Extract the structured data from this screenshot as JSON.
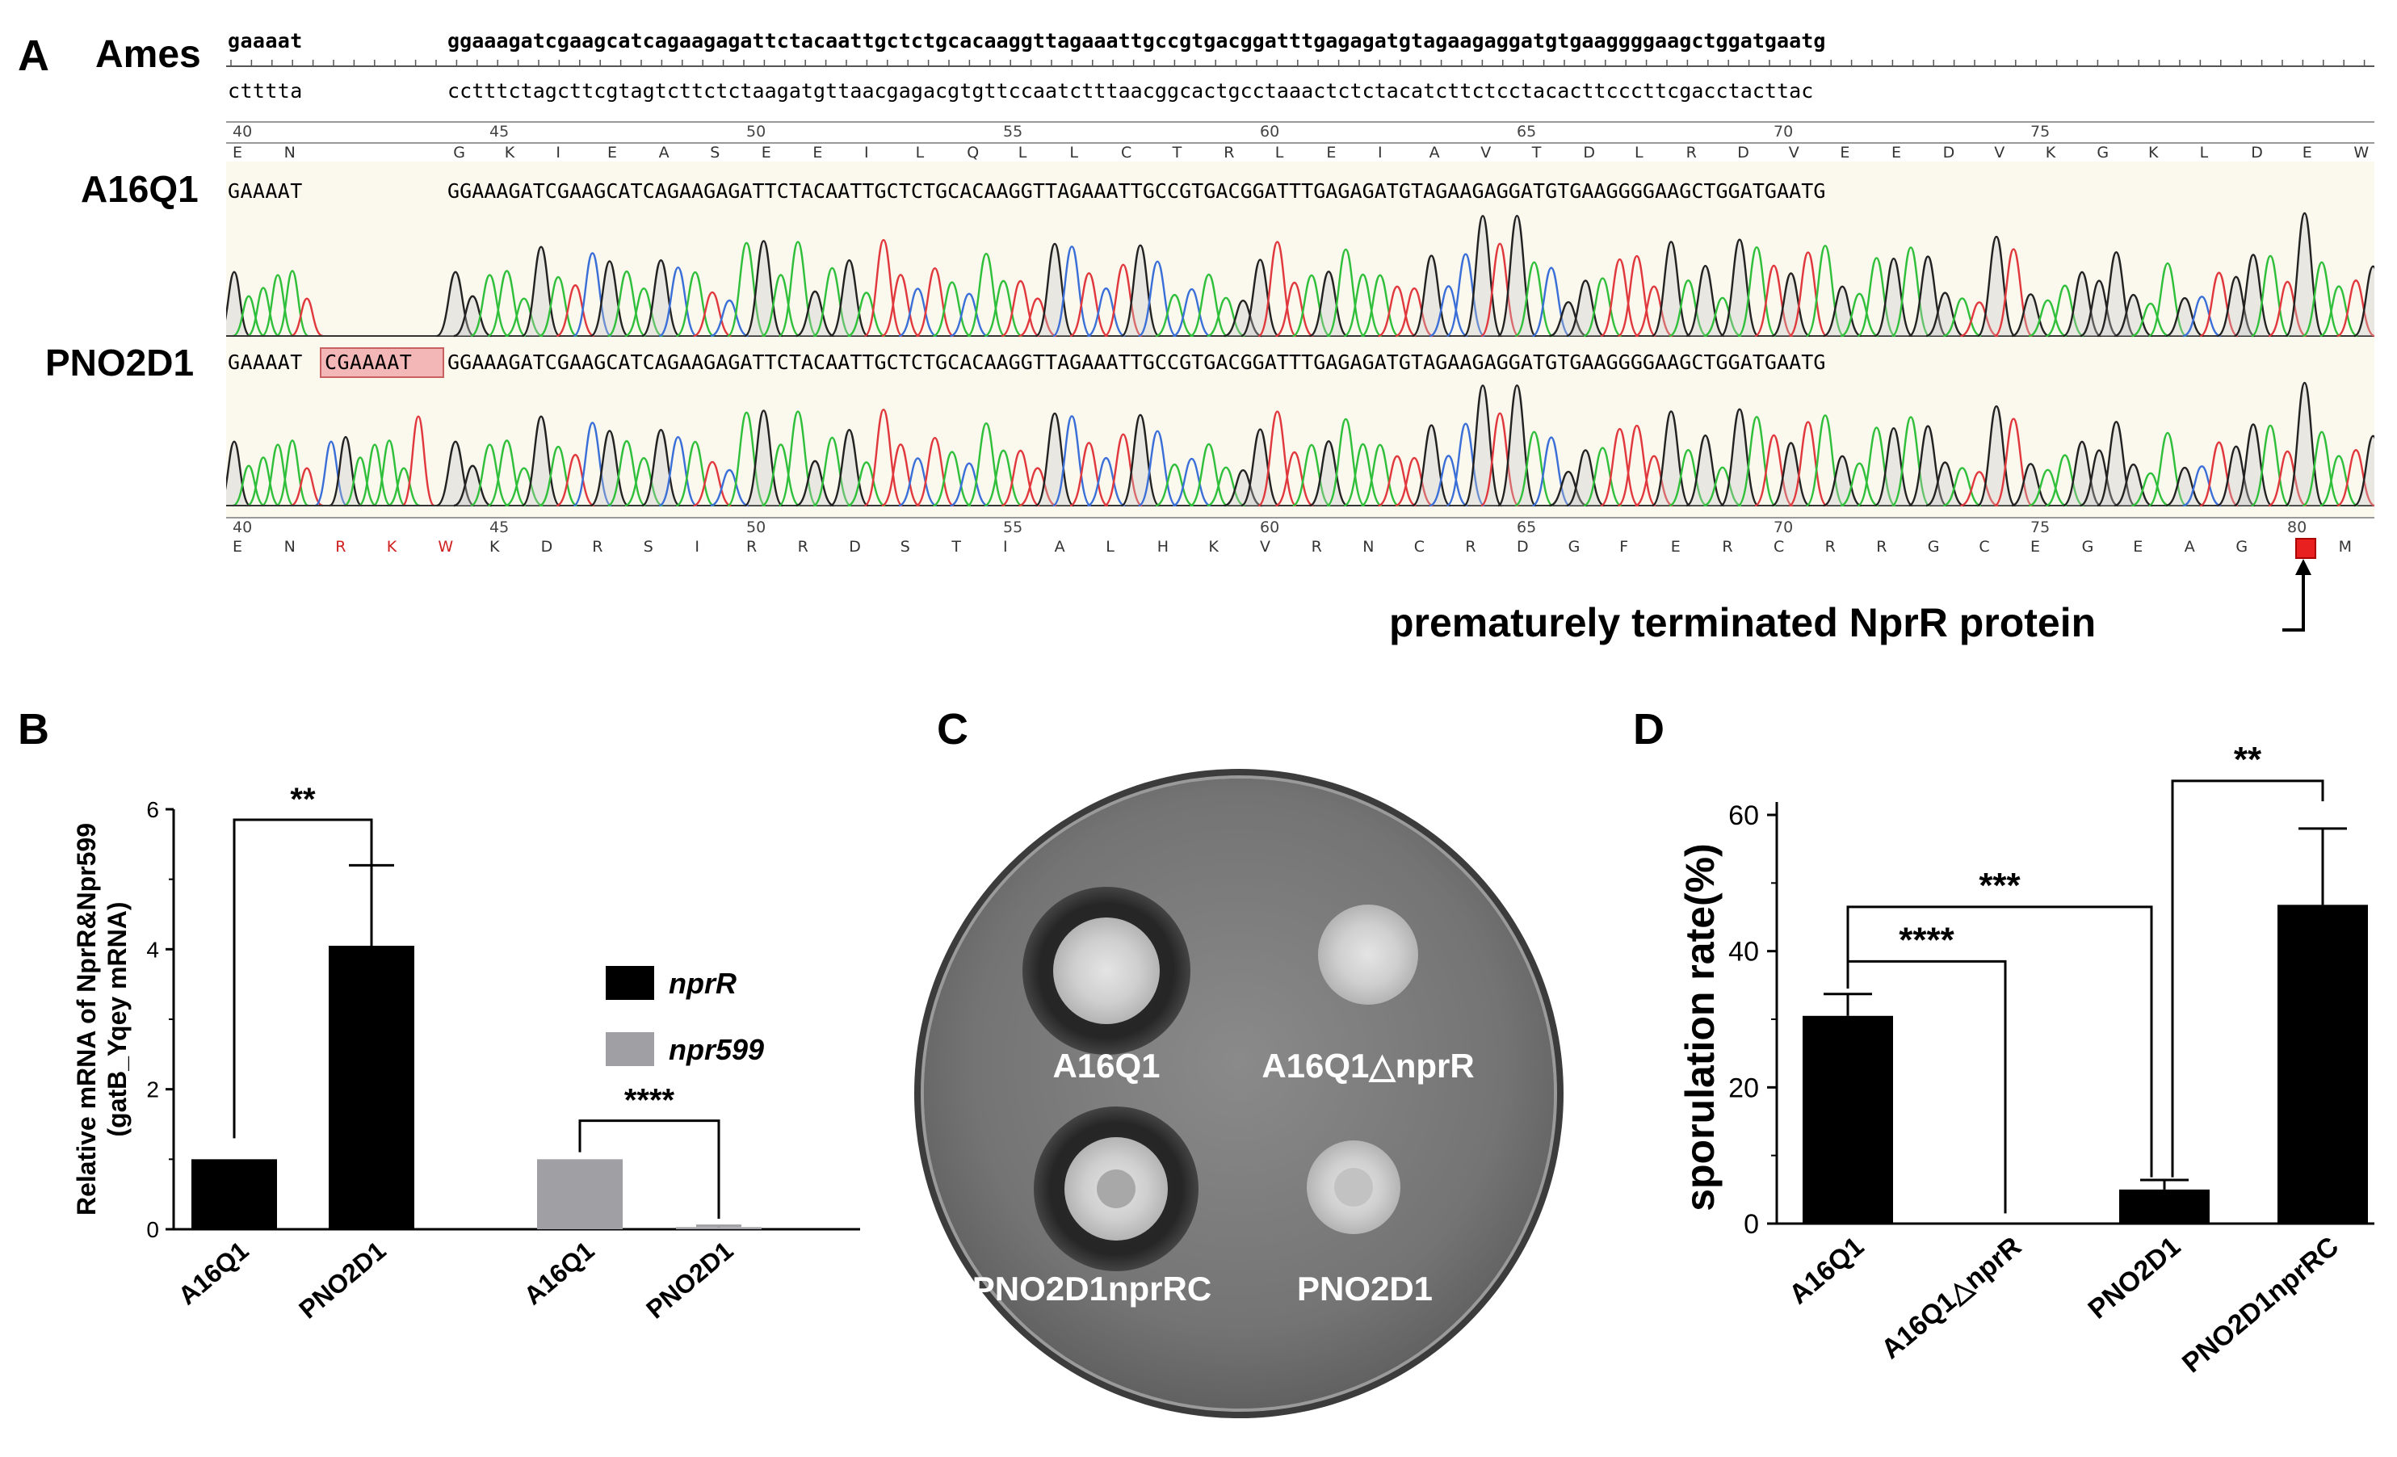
{
  "panel_a": {
    "letter": "A",
    "ames_label": "Ames",
    "a16q1_label": "A16Q1",
    "pno2d1_label": "PNO2D1",
    "ames_top_seq_left": "gaaaat",
    "ames_top_seq_right": "ggaaagatcgaagcatcagaagagattctacaattgctctgcacaaggttagaaattgccgtgacggatttgagagatgtagaagaggatgtgaaggggaagctggatgaatg",
    "ames_comp_seq_left": "ctttta",
    "ames_comp_seq_right": "cctttctagcttcgtagtcttctctaagatgttaacgagacgtgttccaatctttaacggcactgcctaaactctctacatcttctcctacacttcccttcgacctacttac",
    "a16q1_seq_left": "GAAAAT",
    "a16q1_seq_right": "GGAAAGATCGAAGCATCAGAAGAGATTCTACAATTGCTCTGCACAAGGTTAGAAATTGCCGTGACGGATTTGAGAGATGTAGAAGAGGATGTGAAGGGGAAGCTGGATGAATG",
    "pno2d1_seq_left": "GAAAAT",
    "pno2d1_insertion": "CGAAAAT",
    "pno2d1_seq_right": "GGAAAGATCGAAGCATCAGAAGAGATTCTACAATTGCTCTGCACAAGGTTAGAAATTGCCGTGACGGATTTGAGAGATGTAGAAGAGGATGTGAAGGGGAAGCTGGATGAATG",
    "top_positions": [
      "40",
      "45",
      "50",
      "55",
      "60",
      "65",
      "70",
      "75"
    ],
    "bottom_positions": [
      "40",
      "45",
      "50",
      "55",
      "60",
      "65",
      "70",
      "75",
      "80"
    ],
    "top_aa": [
      "E",
      "N",
      "G",
      "K",
      "I",
      "E",
      "A",
      "S",
      "E",
      "E",
      "I",
      "L",
      "Q",
      "L",
      "L",
      "C",
      "T",
      "R",
      "L",
      "E",
      "I",
      "A",
      "V",
      "T",
      "D",
      "L",
      "R",
      "D",
      "V",
      "E",
      "E",
      "D",
      "V",
      "K",
      "G",
      "K",
      "L",
      "D",
      "E",
      "W"
    ],
    "bottom_aa": [
      "E",
      "N",
      "R",
      "K",
      "W",
      "K",
      "D",
      "R",
      "S",
      "I",
      "R",
      "R",
      "D",
      "S",
      "T",
      "I",
      "A",
      "L",
      "H",
      "K",
      "V",
      "R",
      "N",
      "C",
      "R",
      "D",
      "G",
      "F",
      "E",
      "R",
      "C",
      "R",
      "R",
      "G",
      "C",
      "E",
      "G",
      "E",
      "A",
      "G",
      "*",
      "M"
    ],
    "bottom_aa_red_indices": [
      2,
      3,
      4
    ],
    "annotation": "prematurely terminated NprR protein",
    "colors": {
      "A": "#2fbf3a",
      "C": "#3a6fd8",
      "G": "#222222",
      "T": "#e0383c",
      "insertion": "#f4b7b7",
      "stop": "#e82020"
    }
  },
  "chart_data": [
    {
      "panel": "B",
      "type": "bar",
      "ylabel": "Relative mRNA of NprR&Npr599\n(gatB_Yqey mRNA)",
      "ylim": [
        0,
        6
      ],
      "yticks": [
        "0",
        "2",
        "4",
        "6"
      ],
      "categories": [
        "A16Q1",
        "PNO2D1",
        "A16Q1",
        "PNO2D1"
      ],
      "series": [
        {
          "name": "nprR",
          "color": "#000000",
          "values": [
            1.0,
            4.05
          ],
          "errors": [
            0,
            1.15
          ],
          "category_index": [
            0,
            1
          ]
        },
        {
          "name": "npr599",
          "color": "#a0a0a4",
          "values": [
            1.0,
            0.03
          ],
          "errors": [
            0,
            0.02
          ],
          "category_index": [
            2,
            3
          ]
        }
      ],
      "legend": [
        "nprR",
        "npr599"
      ],
      "legend_position": "right",
      "significance": [
        {
          "from": 0,
          "to": 1,
          "label": "**"
        },
        {
          "from": 2,
          "to": 3,
          "label": "****"
        }
      ]
    },
    {
      "panel": "D",
      "type": "bar",
      "ylabel": "sporulation rate(%)",
      "ylim": [
        0,
        60
      ],
      "yticks": [
        "0",
        "20",
        "40",
        "60"
      ],
      "categories": [
        "A16Q1",
        "A16Q1△nprR",
        "PNO2D1",
        "PNO2D1nprRC"
      ],
      "values": [
        30.5,
        0,
        5.0,
        46.8
      ],
      "errors": [
        3.2,
        0,
        1.4,
        11.2
      ],
      "color": "#000000",
      "significance": [
        {
          "from": 0,
          "to": 1,
          "label": "****"
        },
        {
          "from": 0,
          "to": 2,
          "label": "***"
        },
        {
          "from": 2,
          "to": 3,
          "label": "**"
        }
      ]
    }
  ],
  "panel_b": {
    "letter": "B"
  },
  "panel_c": {
    "letter": "C",
    "label_a16q1": "A16Q1",
    "label_a16q1_delta": "A16Q1△nprR",
    "label_pno2d1nprrc": "PNO2D1nprRC",
    "label_pno2d1": "PNO2D1"
  },
  "panel_d": {
    "letter": "D"
  }
}
